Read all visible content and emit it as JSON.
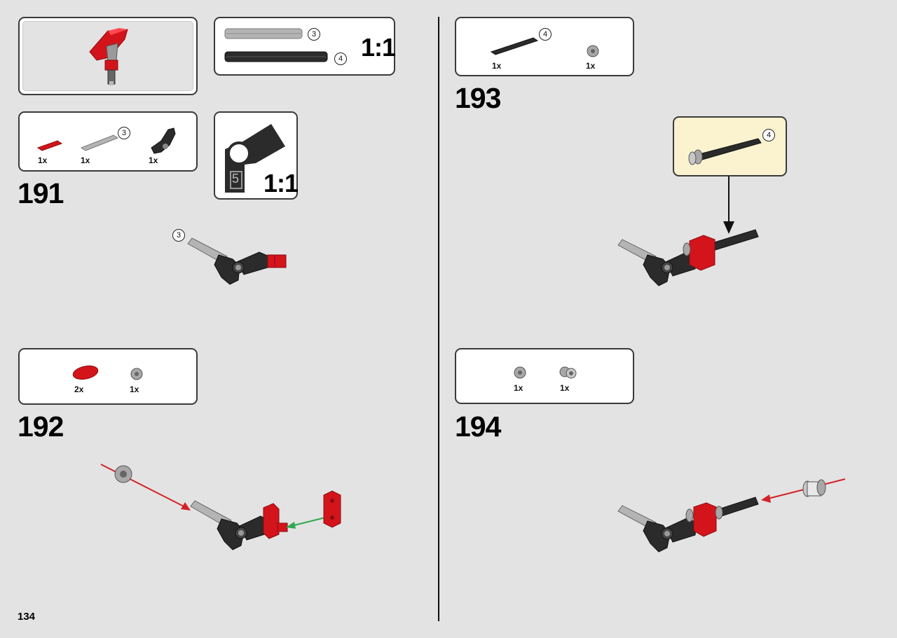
{
  "page": {
    "number": "134"
  },
  "scales": {
    "axles": "1:1",
    "connector": "1:1"
  },
  "connector_part_label": "5",
  "axle_lengths": {
    "length_3": "3",
    "length_4": "4"
  },
  "steps": [
    {
      "number": "191",
      "parts": [
        {
          "qty": "1x"
        },
        {
          "qty": "1x",
          "length": "3"
        },
        {
          "qty": "1x"
        }
      ],
      "model_length": "3"
    },
    {
      "number": "192",
      "parts": [
        {
          "qty": "2x"
        },
        {
          "qty": "1x"
        }
      ]
    },
    {
      "number": "193",
      "parts": [
        {
          "qty": "1x",
          "length": "4"
        },
        {
          "qty": "1x"
        }
      ],
      "callout_length": "4"
    },
    {
      "number": "194",
      "parts": [
        {
          "qty": "1x"
        },
        {
          "qty": "1x"
        }
      ]
    }
  ],
  "colors": {
    "background": "#e3e3e3",
    "highlight_callout": "#fbf3d0",
    "brick_red": "#d4141b",
    "brick_black": "#2b2b2b",
    "light_gray": "#a8a8a8",
    "arrow_red": "#d2232a",
    "arrow_green": "#2fa84f"
  }
}
